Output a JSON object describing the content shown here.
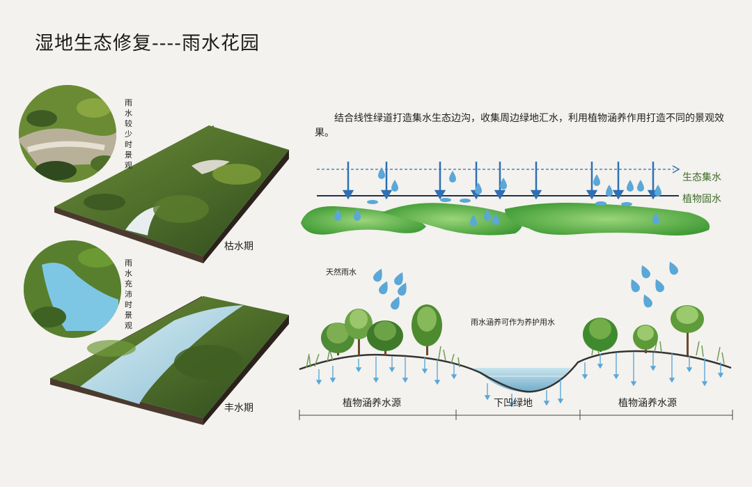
{
  "title": "湿地生态修复----雨水花园",
  "dry_season": {
    "circle_label": "雨水较少时景观",
    "caption": "枯水期"
  },
  "wet_season": {
    "circle_label": "雨水充沛时景观",
    "caption": "丰水期"
  },
  "description": "结合线性绿道打造集水生态边沟，收集周边绿地汇水，利用植物涵养作用打造不同的景观效果。",
  "flow_diagram": {
    "label_collect": "生态集水",
    "label_fix": "植物固水"
  },
  "section_diagram": {
    "rain_label": "天然雨水",
    "note": "雨水涵养可作为养护用水",
    "segments": [
      "植物涵养水源",
      "下凹绿地",
      "植物涵养水源"
    ]
  },
  "colors": {
    "accent_blue": "#2f6fb3",
    "drop_blue": "#5aa7d8",
    "grass_green": "#4faa3c",
    "label_green": "#3f6b2c",
    "ground_line": "#333333"
  }
}
